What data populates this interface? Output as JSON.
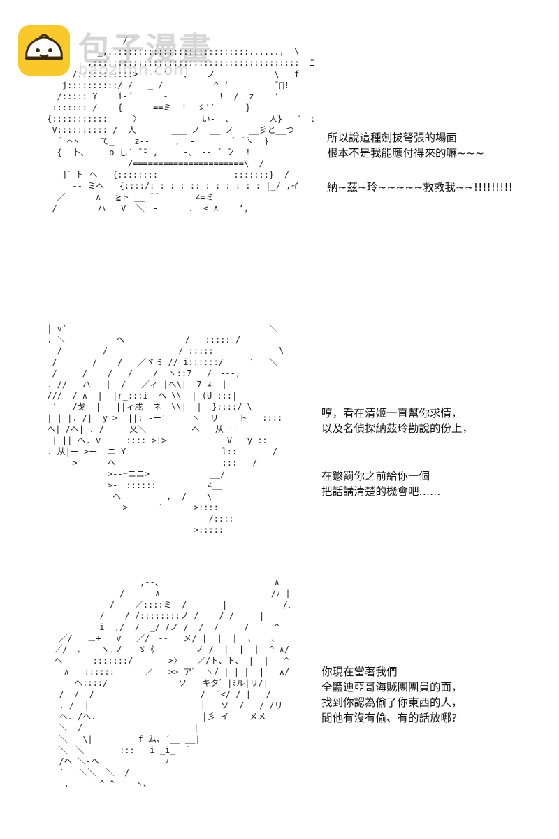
{
  "watermark": {
    "title": "包子漫畫",
    "url": "baozimh.com",
    "logo_icon": "bun-face-icon",
    "logo_color": "#f9c92a"
  },
  "panels": [
    {
      "art": "                /\n           _,..::::::::::::::::::::::::::......,  \\\n         ,:::::::::::::::::::::::::::::::::::::::::  二  ミメ、\n      /:::::::::::>   ′ ′   、   ノ        ＿  \\   f\n    j::::::::::/ /   _ /          ^ ‘         ̄ ゚!\n   /::::: Y   _i-´      -          !  /_ z    ‘\n  ::::::: /    {      ==ミ  !  ゞ'′      }\n {:::::::::::|    〉            い-  、       人}   ゜ o\n  V::::::::::|/  人       ___ ノ  __ ノ   __彡と__つ\n   ´ ⌒ヽ    て_    z--     ,  ‐       ´ ̄ ̄ヽ  }\n   {  卜、    o し´ ̄ ̄‐ ,     -、 ‐- ´ ̄ノ  !\n                 /======================\\  /\n    ]゛ト‐ヘ   {:::::::: -- ‐ -- ‐ -- -:::::::}  /\n      -- ミヘ   {::::/: : : : :: : : : : : : |_/ ,イ\n   ／      ∧   ≧ト __ ̄ ̄        ∠=ミ\n  /        ハ   V  ＼ー-    __.  < ∧    ‘,"
    },
    {
      "art": " | v′                                        ＼\n . ＼          ヘ            /   ::::: /          \\\n   /        /              / :::::             \\\n  /       /    /   ／ゞミ // i::::::/     ′   ＼\n  /     /    /   /    /  ヽ::7   /ー---,\n . //   ハ   |  /   ／ィ |ヘ\\|  7 ∠__|\n ///  / ∧  |  |r_:::i-‐ヘ \\\\  | (U :::|\n  ′   /戈  |   ||ィ戌  ネ  \\\\|  |  }::::/ \\\n | | |. /|  y >  ||: -ー′     ヽ  リ    ト   :::::\n ヘ| /ヘ| . /     乂＼         ヘ   从|ー\n  | || ヘ. v     :::: >|>            V   y ::\n . 从|ー >ー--ニ Y                   l::       /\n      >      ヘ                     :::   /\n             >--=ニニ>            __/\n             >‐ー::::::          ∠__\n              ヘ         ,  /    \\\n                >----  ′      >::::\n                                 /:::: \n                              >:::::"
    },
    {
      "art": "                  ,--、                      ∧\n              /      ∧                      /ﾉ |\n            /    ／::::ミ  /       |           /i\n          /    / /::::::::ノ /    / /     |      ノ\n          i  ,/  /  _/ /ノ /  /  /     /     ^\n  ／/ __ニ+   v   ／/ー--___メ/ |  |  |  、   、\n ／/  、   ヽ.ノ   ゞ《      __ノ /  |  |  |  ^ ∧/\n ヘ      :::::::/       >〉   ／/ト、ト、 |  |   ^ ^\n   ∧   ::::::      ／   >> ア゛ ヽ/ | | |  |   ∧/\n     ヘ::::/              ソ   キタ゛|ﾐル|リ/|\n  /  /  /                     /  ´</ / |   /\n  . /  |                      |   ソ  /   / /リ\n  ヘ. /ヘ.                     |彡 イ    メメ\n  ＼  /                      |\n  ＼   \\|         f ̄ム、´__ __|\n  ＼＿＼       :::   i _i_  ̄\n  /ヘ ＼‐ヘ             ﾉ\n  ′   ＼＼  ＼  /\n   .      ^ ^    ヽ、"
    }
  ],
  "captions": {
    "c1": [
      "所以說這種劍拔弩張的場面",
      "根本不是我能應付得來的嘛~~~"
    ],
    "c2": [
      "納~茲~玲~~~~~救救我~~!!!!!!!!!"
    ],
    "c3": [
      "哼，看在清姬一直幫你求情，",
      "以及名偵探納茲玲勸說的份上，"
    ],
    "c4": [
      "在懲罰你之前給你一個",
      "把話講清楚的機會吧……"
    ],
    "c5": [
      "你現在當著我們",
      "全體迪亞哥海賊團團員的面，",
      "找到你認為偷了你東西的人，",
      "問他有沒有偷、有的話放哪?"
    ]
  }
}
